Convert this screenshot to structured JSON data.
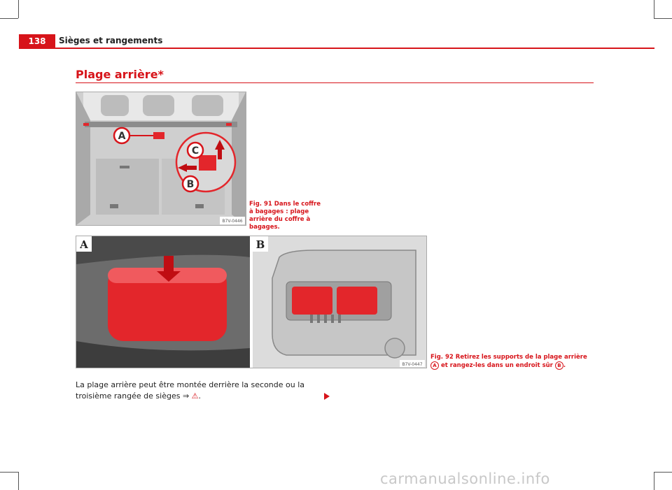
{
  "header": {
    "page_number": "138",
    "chapter_title": "Sièges et rangements"
  },
  "section": {
    "title": "Plage arrière*"
  },
  "figure91": {
    "code": "B7V-0446",
    "callouts": [
      "A",
      "B",
      "C"
    ],
    "caption": "Fig. 91   Dans le coffre à bagages : plage arrière du coffre à bagages."
  },
  "figure92": {
    "code": "B7V-0447",
    "panel_a_label": "A",
    "panel_b_label": "B",
    "caption_prefix": "Fig. 92   Retirez les supports de la plage arrière",
    "ref_a": "A",
    "caption_mid": "et rangez-les dans un endroit sûr",
    "ref_b": "B",
    "caption_end": "."
  },
  "body": {
    "text": "La plage arrière peut être montée derrière la seconde ou la troisième rangée de sièges ⇒",
    "warning_symbol": "⚠",
    "end": "."
  },
  "watermark": "carmanualsonline.info",
  "colors": {
    "accent": "#d7141a",
    "callout_red": "#e3262b"
  }
}
